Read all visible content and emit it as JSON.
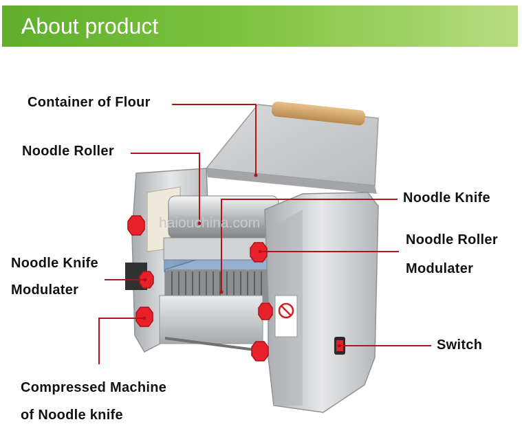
{
  "header": {
    "title": "About product"
  },
  "watermark": "haiouchina.com",
  "labels": {
    "container_of_flour": "Container of Flour",
    "noodle_roller": "Noodle Roller",
    "noodle_knife": "Noodle Knife",
    "noodle_roller_modulater_line1": "Noodle Roller",
    "noodle_roller_modulater_line2": "Modulater",
    "noodle_knife_modulater_line1": "Noodle Knife",
    "noodle_knife_modulater_line2": "Modulater",
    "switch": "Switch",
    "compressed_line1": "Compressed Machine",
    "compressed_line2": "of Noodle knife"
  },
  "colors": {
    "header_green": "#6bb832",
    "callout_line": "#b5121b",
    "knob_red": "#e8202a",
    "steel": "#c8cacc"
  }
}
